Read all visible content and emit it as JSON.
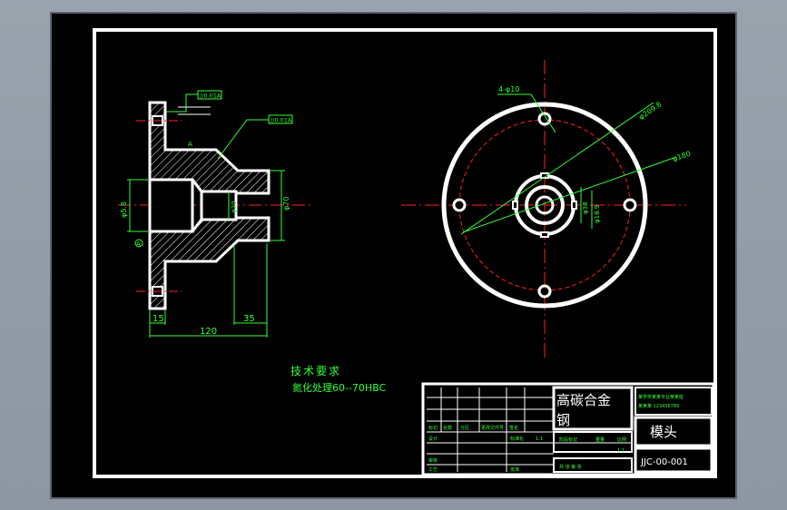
{
  "drawing": {
    "technical_requirements": {
      "heading": "技术要求",
      "line1": "氮化处理60--70HBC"
    },
    "section_view": {
      "dims": {
        "d15": "15",
        "d35": "35",
        "d120": "120",
        "d70": "φ70",
        "d_left": "φ5.8",
        "d_inner": "φ20"
      },
      "tolerances": {
        "t1": "//0.01A",
        "t2": "//0.01A"
      },
      "datum": "A"
    },
    "plan_view": {
      "dims": {
        "holes": "4-φ10",
        "d_outer": "φ209.8",
        "d_pcd": "φ180",
        "d_bore1": "φ38",
        "d_bore2": "φ18.9"
      }
    }
  },
  "title_block": {
    "material_line1": "高碳合金",
    "material_line2": "钢",
    "part_name": "模头",
    "drawing_number": "JJC-00-001",
    "company_line1": "某学校某某专业某某班",
    "company_line2": "某某某 123456789",
    "small_labels": {
      "a": "标记",
      "b": "处数",
      "c": "分区",
      "d": "更改文件号",
      "e": "签名",
      "f": "设计",
      "g": "标准化",
      "h": "审核",
      "i": "工艺",
      "j": "批准",
      "k": "阶段标记",
      "l": "重量",
      "m": "比例",
      "n": "共 张 第 张",
      "o": "1:1",
      "scale_small": "1:1"
    }
  },
  "colors": {
    "background": "#000000",
    "frame": "#ffffff",
    "annotation": "#33ff33",
    "centerline": "#ff2020",
    "outer_bg": "#9aa3ad"
  }
}
